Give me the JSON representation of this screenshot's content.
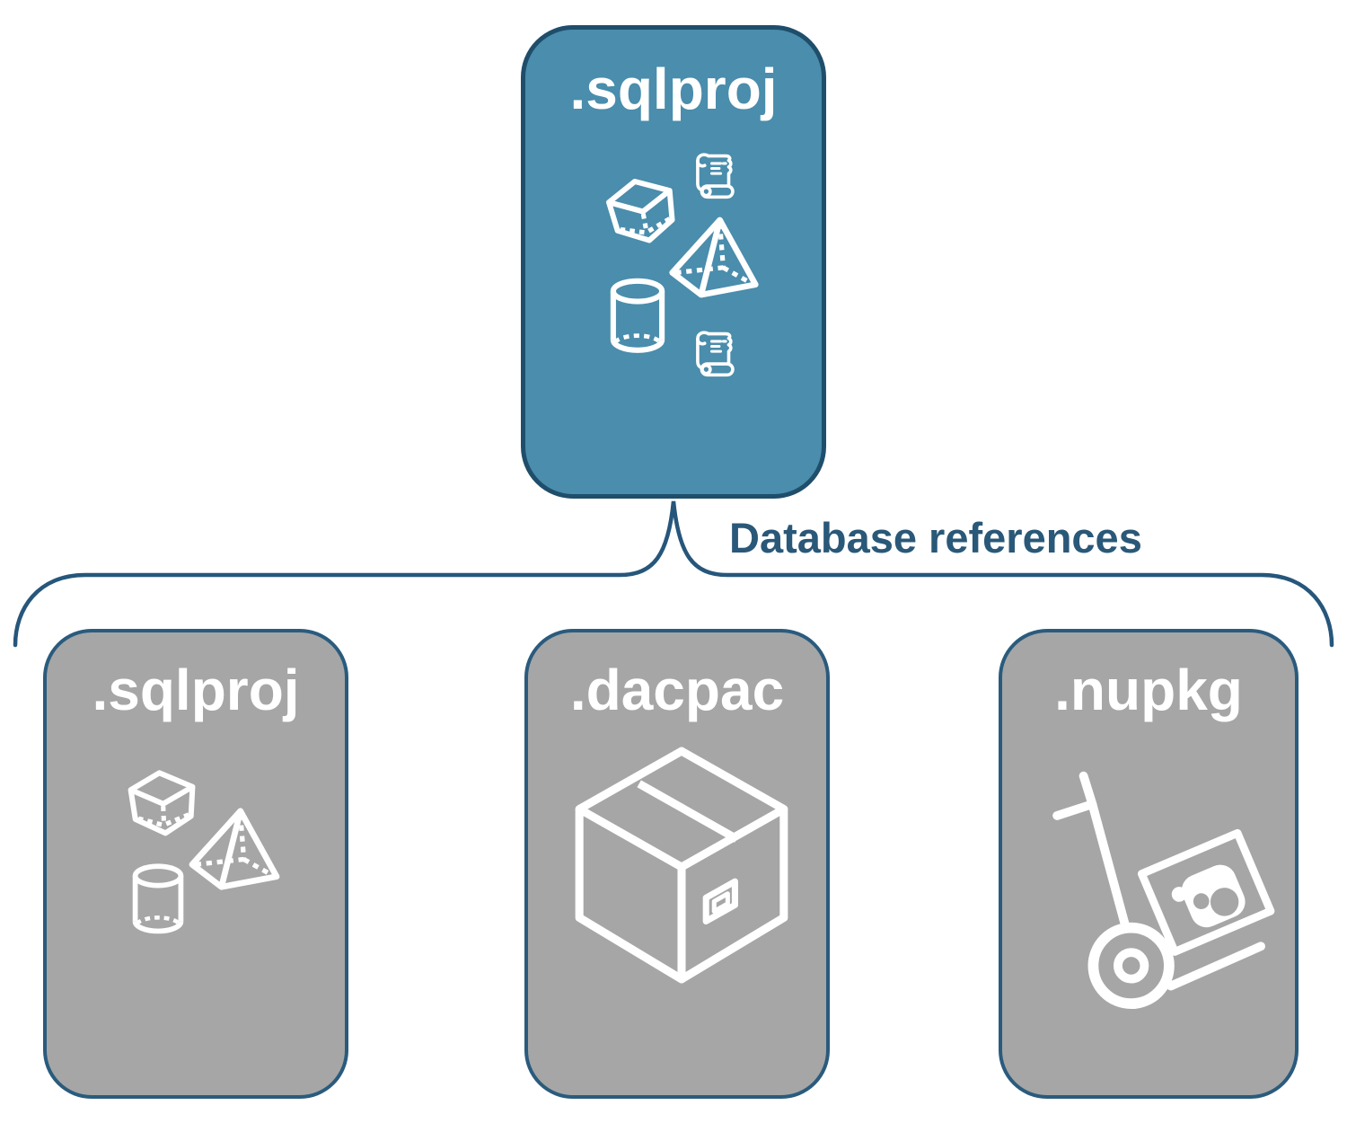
{
  "diagram": {
    "root": {
      "label": ".sqlproj",
      "icons": [
        "cube-icon",
        "script-scroll-icon",
        "pyramid-icon",
        "database-cylinder-icon",
        "script-scroll-icon"
      ]
    },
    "connector": {
      "label": "Database references"
    },
    "children": [
      {
        "label": ".sqlproj",
        "icons": [
          "cube-icon",
          "pyramid-icon",
          "database-cylinder-icon"
        ]
      },
      {
        "label": ".dacpac",
        "icons": [
          "package-box-icon"
        ]
      },
      {
        "label": ".nupkg",
        "icons": [
          "nuget-handtruck-icon"
        ]
      }
    ],
    "colors": {
      "root_fill": "#4A8DAC",
      "root_border": "#1F4E6B",
      "child_fill": "#A6A6A6",
      "child_border": "#2A5B7D",
      "connector_stroke": "#26567B",
      "label_text": "#2A5878",
      "title_text": "#FFFFFF",
      "icon_stroke": "#FFFFFF"
    }
  }
}
